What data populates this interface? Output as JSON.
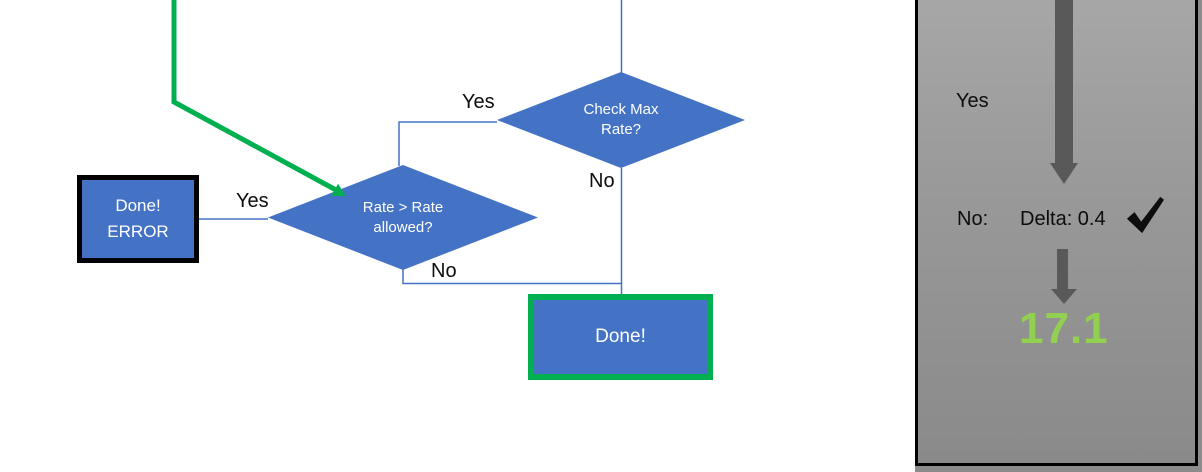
{
  "colors": {
    "shape_blue": "#4472C4",
    "connector_blue": "#4472C4",
    "flow_green": "#00B050",
    "result_green": "#92D050",
    "arrow_gray": "#595959",
    "panel_gray": "#989898",
    "error_border": "#000000"
  },
  "flowchart": {
    "check_max_rate": {
      "text_line1": "Check Max",
      "text_line2": "Rate?",
      "yes_label": "Yes",
      "no_label": "No"
    },
    "rate_allowed": {
      "text_line1": "Rate > Rate",
      "text_line2": "allowed?",
      "yes_label": "Yes",
      "no_label": "No"
    },
    "done_error": {
      "text_line1": "Done!",
      "text_line2": "ERROR"
    },
    "done": {
      "text": "Done!"
    }
  },
  "side_panel": {
    "yes_label": "Yes",
    "no_label": "No:",
    "delta_text": "Delta: 0.4",
    "checkmark_icon": "checkmark",
    "result_value": "17.1"
  }
}
